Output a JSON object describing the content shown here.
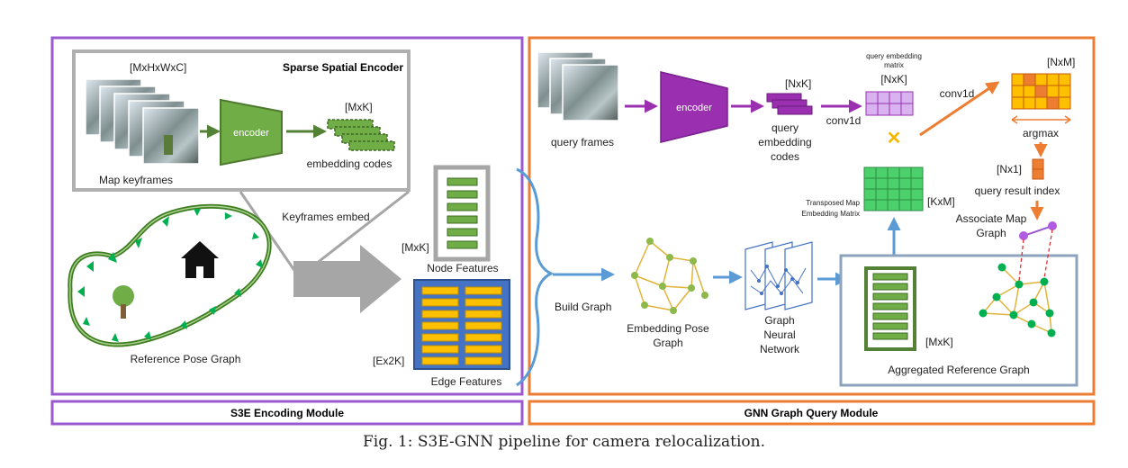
{
  "left_module": {
    "name": "S3E Encoding Module",
    "encoder_panel": {
      "title": "Sparse Spatial Encoder",
      "input_dims": "[MxHxWxC]",
      "input_label": "Map keyframes",
      "encoder_label": "encoder",
      "output_dims": "[MxK]",
      "output_label": "embedding codes"
    },
    "keyframes_embed_label": "Keyframes embed",
    "pose_graph_label": "Reference Pose Graph",
    "node_features": {
      "dims": "[MxK]",
      "label": "Node Features"
    },
    "edge_features": {
      "dims": "[Ex2K]",
      "label": "Edge Features"
    }
  },
  "right_module": {
    "name": "GNN Graph Query Module",
    "build_graph_label": "Build Graph",
    "query_frames_label": "query frames",
    "encoder_label": "encoder",
    "query_codes": {
      "dims": "[NxK]",
      "label": "query embedding codes"
    },
    "query_matrix": {
      "title": "query embedding matrix",
      "dims": "[NxK]"
    },
    "conv1d_label_a": "conv1d",
    "conv1d_label_b": "conv1d",
    "result_matrix_dims": "[NxM]",
    "argmax_label": "argmax",
    "query_result": {
      "dims": "[Nx1]",
      "label": "query result index"
    },
    "transposed_matrix": {
      "title": "Transposed Map Embedding Matrix",
      "dims": "[KxM]"
    },
    "associate_label": "Associate Map Graph",
    "embedding_pose_graph_label": "Embedding Pose Graph",
    "gnn_label": "Graph Neural Network",
    "aggregated": {
      "dims": "[MxK]",
      "label": "Aggregated Reference Graph"
    }
  },
  "caption": "Fig. 1: S3E-GNN pipeline for camera relocalization.",
  "colors": {
    "purple": "#9B59D0",
    "orange": "#ED7D31",
    "green": "#538135",
    "blue": "#5B9BD5",
    "gray": "#A6A6A6",
    "yellow": "#F5B800"
  }
}
